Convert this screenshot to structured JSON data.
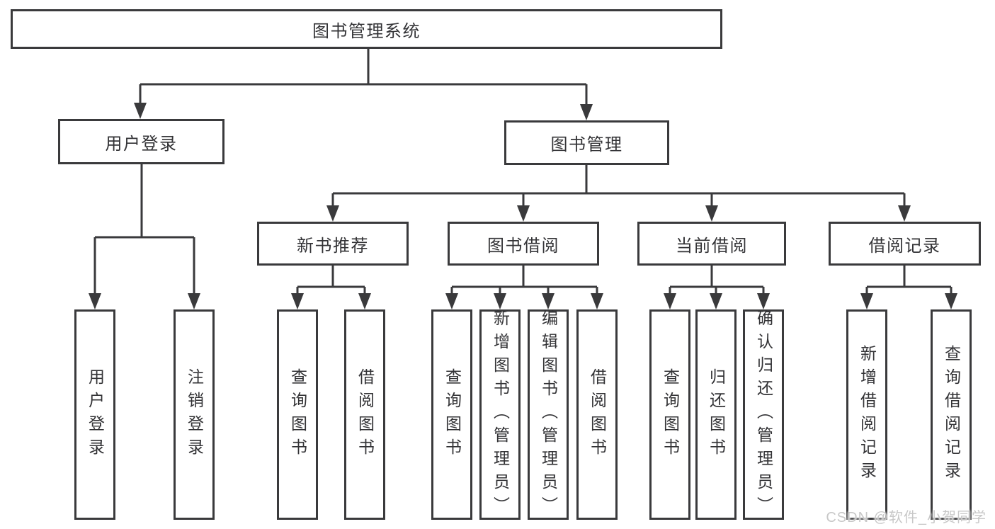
{
  "tree": {
    "label": "图书管理系统",
    "children": [
      {
        "label": "用户登录",
        "children": [
          {
            "label": "用户登录"
          },
          {
            "label": "注销登录"
          }
        ]
      },
      {
        "label": "图书管理",
        "children": [
          {
            "label": "新书推荐",
            "children": [
              {
                "label": "查询图书"
              },
              {
                "label": "借阅图书"
              }
            ]
          },
          {
            "label": "图书借阅",
            "children": [
              {
                "label": "查询图书"
              },
              {
                "label": "新增图书（管理员）"
              },
              {
                "label": "编辑图书（管理员）"
              },
              {
                "label": "借阅图书"
              }
            ]
          },
          {
            "label": "当前借阅",
            "children": [
              {
                "label": "查询图书"
              },
              {
                "label": "归还图书"
              },
              {
                "label": "确认归还（管理员）"
              }
            ]
          },
          {
            "label": "借阅记录",
            "children": [
              {
                "label": "新增借阅记录"
              },
              {
                "label": "查询借阅记录"
              }
            ]
          }
        ]
      }
    ]
  },
  "watermark": {
    "text": "CSDN @软件_小贺同学"
  },
  "colors": {
    "line": "#3a3a3c",
    "box_border": "#3a3a3c",
    "text": "#333336",
    "watermark": "#c8c8c8",
    "background": "#ffffff"
  }
}
